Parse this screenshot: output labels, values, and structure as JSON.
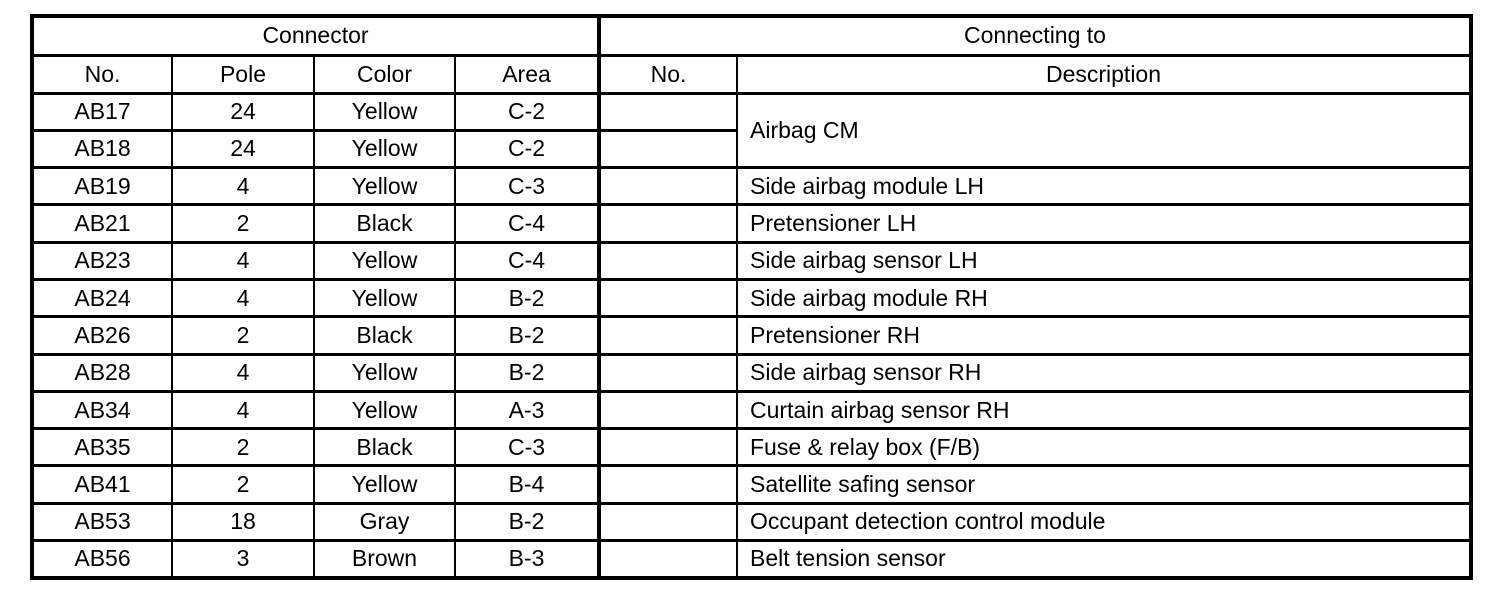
{
  "colors": {
    "border": "#000000",
    "background": "#ffffff",
    "text": "#000000"
  },
  "table": {
    "group_headers": [
      {
        "label": "Connector",
        "colspan": 4
      },
      {
        "label": "Connecting to",
        "colspan": 2
      }
    ],
    "column_headers": [
      "No.",
      "Pole",
      "Color",
      "Area",
      "No.",
      "Description"
    ],
    "rows": [
      {
        "no": "AB17",
        "pole": "24",
        "color": "Yellow",
        "area": "C-2",
        "to_no": "",
        "description": "Airbag CM",
        "desc_rowspan": 2
      },
      {
        "no": "AB18",
        "pole": "24",
        "color": "Yellow",
        "area": "C-2",
        "to_no": ""
      },
      {
        "no": "AB19",
        "pole": "4",
        "color": "Yellow",
        "area": "C-3",
        "to_no": "",
        "description": "Side airbag module LH"
      },
      {
        "no": "AB21",
        "pole": "2",
        "color": "Black",
        "area": "C-4",
        "to_no": "",
        "description": "Pretensioner LH"
      },
      {
        "no": "AB23",
        "pole": "4",
        "color": "Yellow",
        "area": "C-4",
        "to_no": "",
        "description": "Side airbag sensor LH"
      },
      {
        "no": "AB24",
        "pole": "4",
        "color": "Yellow",
        "area": "B-2",
        "to_no": "",
        "description": "Side airbag module RH"
      },
      {
        "no": "AB26",
        "pole": "2",
        "color": "Black",
        "area": "B-2",
        "to_no": "",
        "description": "Pretensioner RH"
      },
      {
        "no": "AB28",
        "pole": "4",
        "color": "Yellow",
        "area": "B-2",
        "to_no": "",
        "description": "Side airbag sensor RH"
      },
      {
        "no": "AB34",
        "pole": "4",
        "color": "Yellow",
        "area": "A-3",
        "to_no": "",
        "description": "Curtain airbag sensor RH"
      },
      {
        "no": "AB35",
        "pole": "2",
        "color": "Black",
        "area": "C-3",
        "to_no": "",
        "description": "Fuse & relay box (F/B)"
      },
      {
        "no": "AB41",
        "pole": "2",
        "color": "Yellow",
        "area": "B-4",
        "to_no": "",
        "description": "Satellite safing sensor"
      },
      {
        "no": "AB53",
        "pole": "18",
        "color": "Gray",
        "area": "B-2",
        "to_no": "",
        "description": "Occupant detection control module"
      },
      {
        "no": "AB56",
        "pole": "3",
        "color": "Brown",
        "area": "B-3",
        "to_no": "",
        "description": "Belt tension sensor"
      }
    ]
  }
}
